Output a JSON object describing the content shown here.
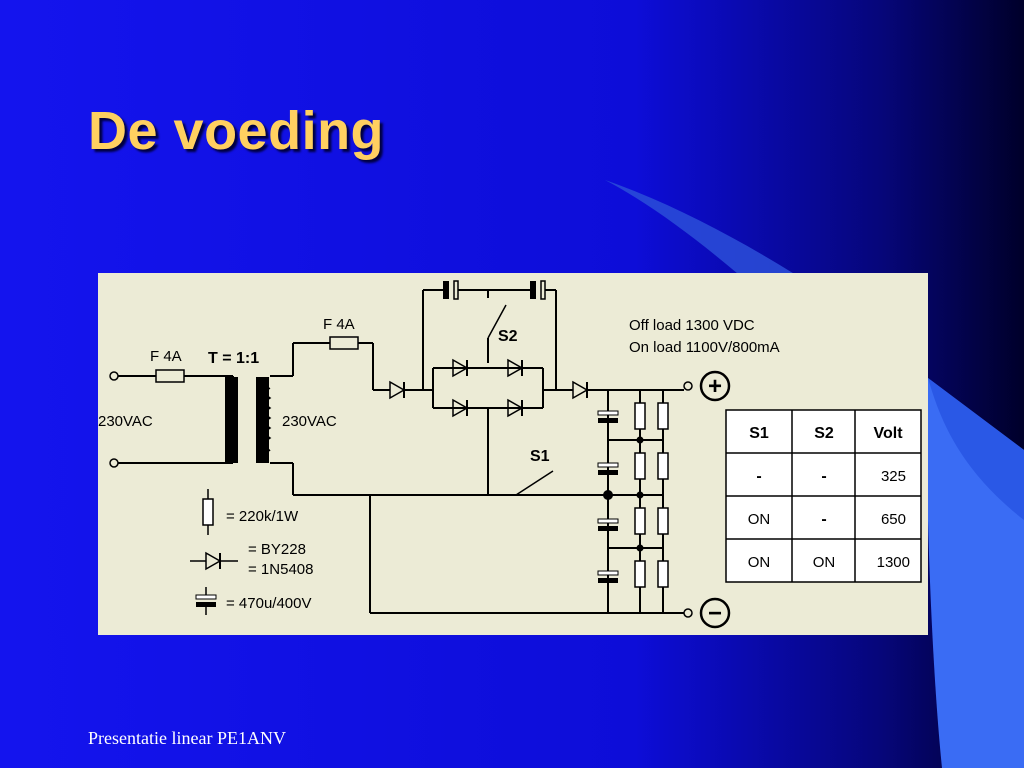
{
  "slide": {
    "title": "De voeding",
    "footer": "Presentatie linear PE1ANV",
    "colors": {
      "background": "#1010e8",
      "title": "#ffd060",
      "panel": "#ecebd6",
      "accent": "#3a6cf4"
    }
  },
  "diagram": {
    "labels": {
      "fuse_input": "F 4A",
      "fuse_secondary": "F 4A",
      "transformer": "T = 1:1",
      "primary_voltage": "230VAC",
      "secondary_voltage": "230VAC",
      "switch_s1": "S1",
      "switch_s2": "S2",
      "off_load": "Off load 1300 VDC",
      "on_load": "On load 1100V/800mA",
      "plus": "+",
      "minus": "−"
    },
    "legend": {
      "resistor": "= 220k/1W",
      "diode_1": "= BY228",
      "diode_2": "= 1N5408",
      "capacitor": "= 470u/400V"
    },
    "table": {
      "headers": [
        "S1",
        "S2",
        "Volt"
      ],
      "rows": [
        [
          "-",
          "-",
          "325"
        ],
        [
          "ON",
          "-",
          "650"
        ],
        [
          "ON",
          "ON",
          "1300"
        ]
      ]
    }
  }
}
